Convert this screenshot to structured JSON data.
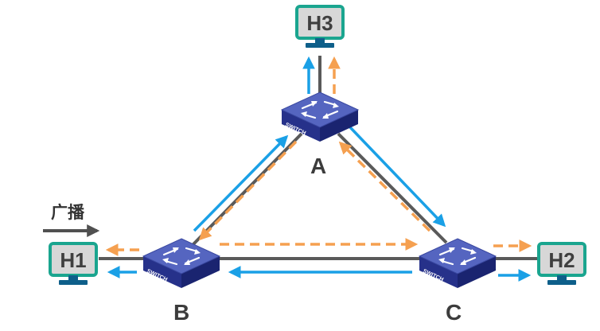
{
  "broadcast_label": "广播",
  "switch_caption": "SWITCH",
  "switches": {
    "A": {
      "label": "A"
    },
    "B": {
      "label": "B"
    },
    "C": {
      "label": "C"
    }
  },
  "hosts": {
    "H1": {
      "label": "H1"
    },
    "H2": {
      "label": "H2"
    },
    "H3": {
      "label": "H3"
    }
  },
  "colors": {
    "link": "#5a5a5a",
    "blue_flow": "#1aa0e6",
    "orange_flow": "#f5a050",
    "host_border": "#1aa58f",
    "host_screen": "#d7d7d7",
    "switch_top": "#4f5fb8",
    "switch_side": "#1f2a78"
  }
}
